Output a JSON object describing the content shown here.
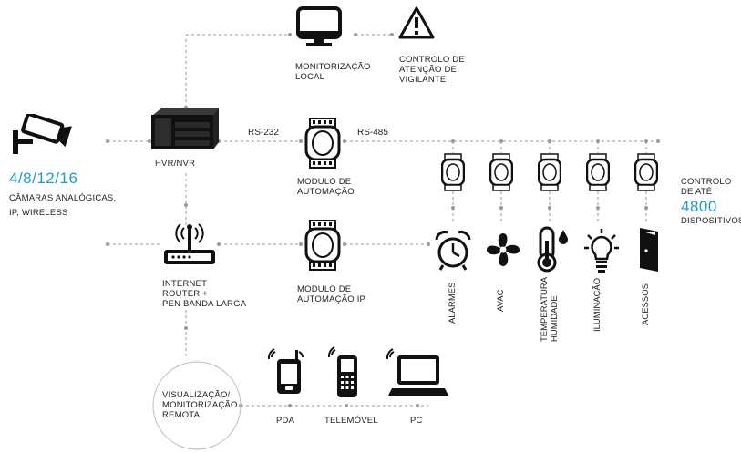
{
  "cameras": {
    "count_label": "4/8/12/16",
    "lines": [
      "CÂMARAS ANALÓGICAS,",
      "IP, WIRELESS"
    ]
  },
  "hvr": {
    "label": "HVR/NVR"
  },
  "monitor": {
    "lines": [
      "MONITORIZAÇÃO",
      "LOCAL"
    ]
  },
  "warning": {
    "lines": [
      "CONTROLO DE",
      "ATENÇÃO DE",
      "VIGILANTE"
    ]
  },
  "bus": {
    "rs232": "RS-232",
    "rs485": "RS-485"
  },
  "automation_module": {
    "lines": [
      "MODULO DE",
      "AUTOMAÇÃO"
    ]
  },
  "automation_ip": {
    "lines": [
      "MODULO DE",
      "AUTOMAÇÃO IP"
    ]
  },
  "router": {
    "lines": [
      "INTERNET",
      "ROUTER +",
      "PEN BANDA LARGA"
    ]
  },
  "capacity": {
    "line1": "CONTROLO",
    "line2": "DE ATÉ",
    "count": "4800",
    "line3": "DISPOSITIVOS"
  },
  "devices": [
    {
      "label": "ALARMES",
      "icon": "alarm-clock-icon"
    },
    {
      "label": "AVAC",
      "icon": "fan-icon"
    },
    {
      "label": "TEMPERATURA",
      "label2": "HUMIDADE",
      "icon": "thermometer-icon"
    },
    {
      "label": "ILUMINAÇÃO",
      "icon": "light-bulb-icon"
    },
    {
      "label": "ACESSOS",
      "icon": "door-icon"
    }
  ],
  "remote": {
    "lines": [
      "VISUALIZAÇÃO/",
      "MONITORIZAÇÃO",
      "REMOTA"
    ]
  },
  "clients": {
    "pda": "PDA",
    "phone": "TELEMÓVEL",
    "pc": "PC"
  },
  "colors": {
    "accent": "#1e9bc8",
    "line": "#9a9a9a",
    "icon": "#111111"
  }
}
